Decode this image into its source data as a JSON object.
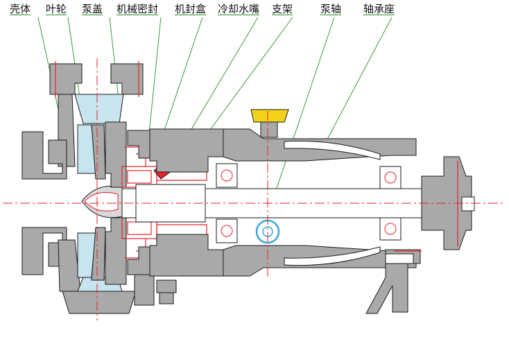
{
  "labels": {
    "casing": "壳体",
    "impeller": "叶轮",
    "pump_cover": "泵盖",
    "mechanical_seal": "机械密封",
    "seal_box": "机封盒",
    "cooling_nozzle": "冷却水嘴",
    "bracket": "支架",
    "pump_shaft": "泵轴",
    "bearing_seat": "轴承座"
  },
  "colors": {
    "metal": "#a9a9a9",
    "outline": "#1a1a1a",
    "leader": "#3a9a3a",
    "seal": "#e8202a",
    "oil_cup": "#f2d21a",
    "sight_glass": "#3aa8d8",
    "centerline": "#e8202a"
  }
}
